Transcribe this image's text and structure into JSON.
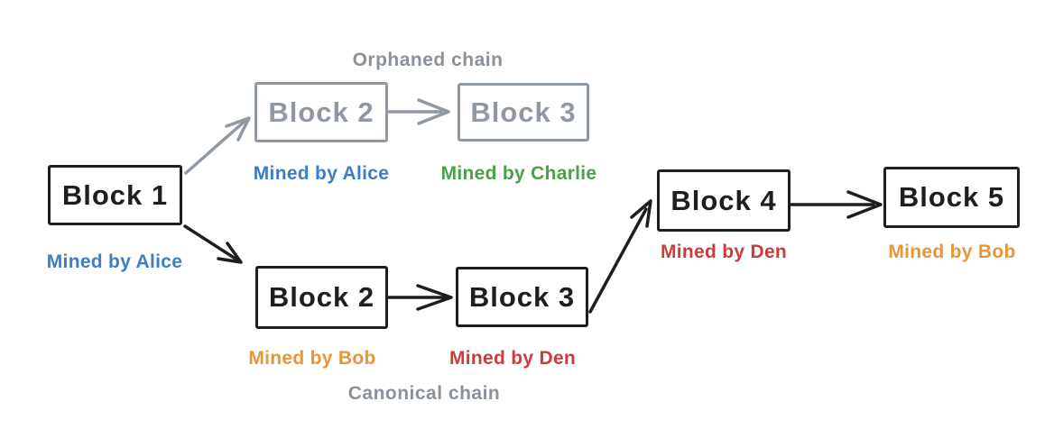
{
  "chain_labels": {
    "orphaned": "Orphaned chain",
    "canonical": "Canonical chain"
  },
  "blocks": {
    "block1": {
      "label": "Block 1",
      "miner": "Mined by Alice"
    },
    "orphan2": {
      "label": "Block 2",
      "miner": "Mined by Alice"
    },
    "orphan3": {
      "label": "Block 3",
      "miner": "Mined by Charlie"
    },
    "canon2": {
      "label": "Block 2",
      "miner": "Mined by Bob"
    },
    "canon3": {
      "label": "Block 3",
      "miner": "Mined by Den"
    },
    "block4": {
      "label": "Block 4",
      "miner": "Mined by Den"
    },
    "block5": {
      "label": "Block 5",
      "miner": "Mined by Bob"
    }
  },
  "colors": {
    "alice_blue": "#3d7cc6",
    "bob_orange": "#e8953a",
    "charlie_green": "#4aa04a",
    "den_red": "#cf3a3a",
    "orphan_gray": "#9098a3",
    "chain_label_gray": "#8a919c",
    "block_black": "#1e1e1e"
  }
}
